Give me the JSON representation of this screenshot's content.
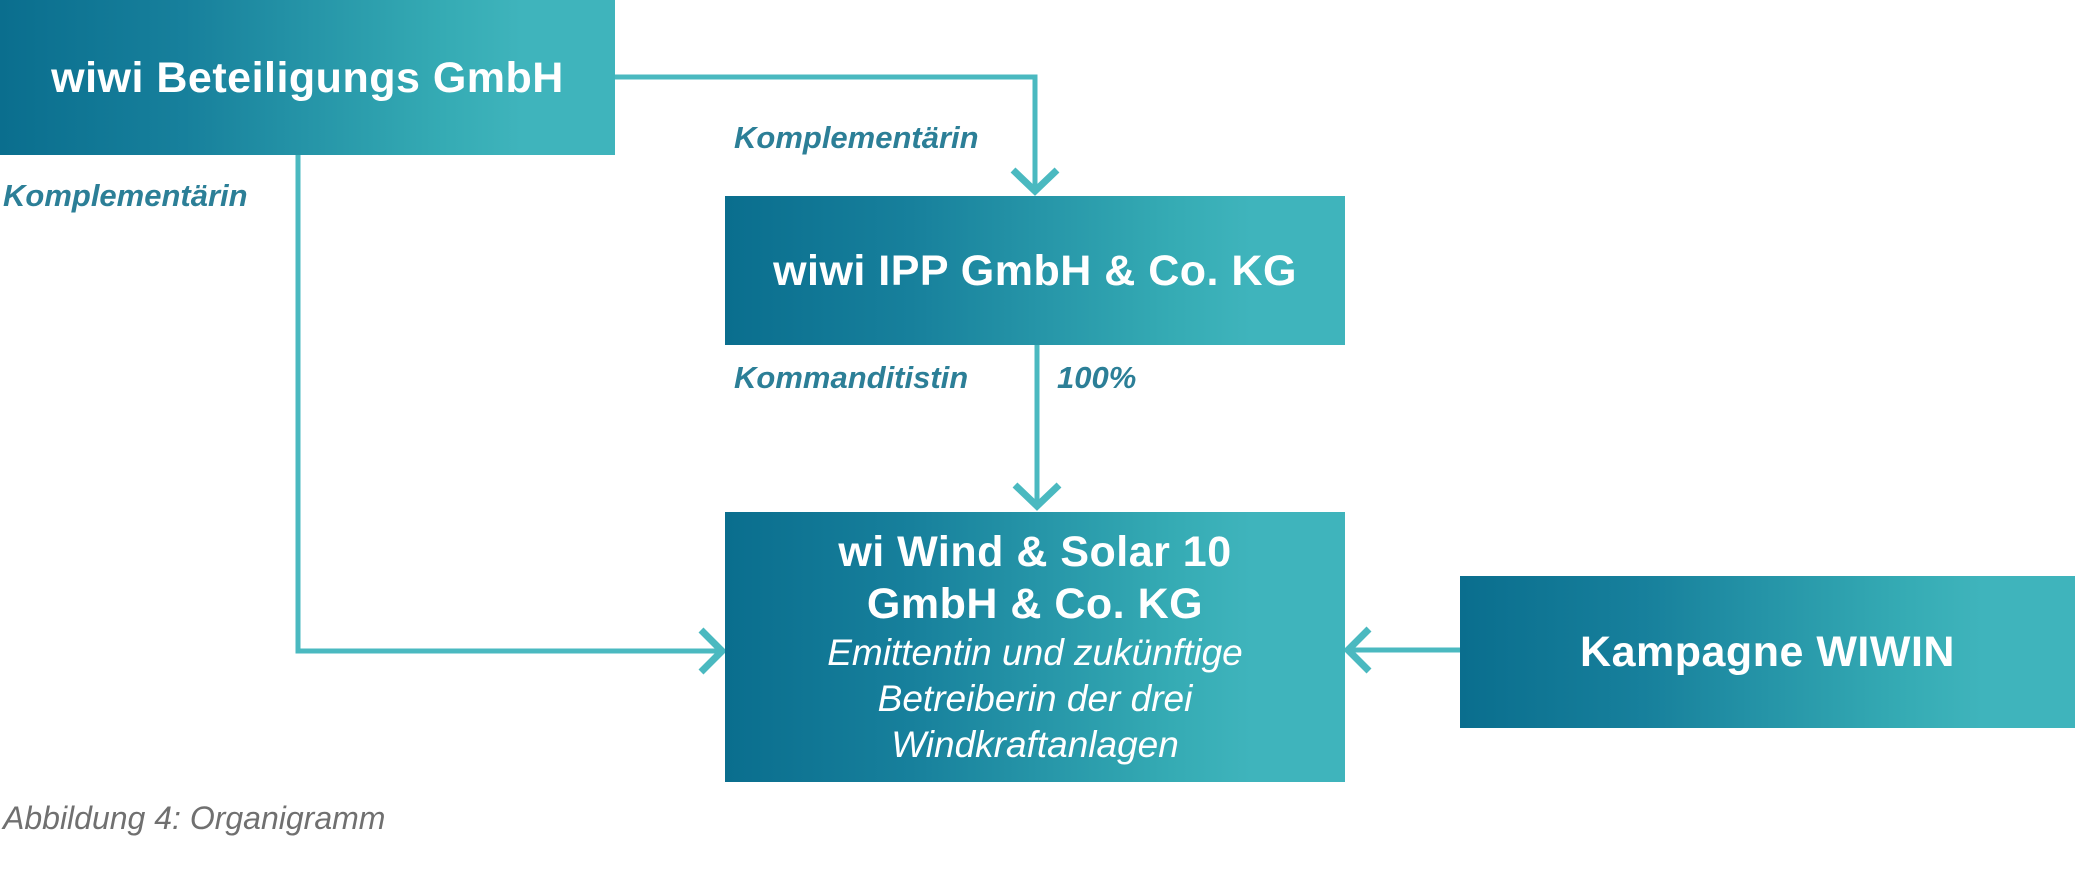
{
  "diagram": {
    "caption": "Abbildung 4: Organigramm",
    "nodes": {
      "beteiligungs": {
        "title": "wiwi Beteiligungs GmbH"
      },
      "ipp": {
        "title": "wiwi IPP GmbH & Co. KG"
      },
      "windsolar": {
        "title_line1": "wi Wind & Solar 10",
        "title_line2": "GmbH & Co. KG",
        "subtitle_line1": "Emittentin und zukünftige",
        "subtitle_line2": "Betreiberin der drei",
        "subtitle_line3": "Windkraftanlagen"
      },
      "kampagne": {
        "title": "Kampagne WIWIN"
      }
    },
    "edge_labels": {
      "komplementaerin_left": "Komplementärin",
      "komplementaerin_top": "Komplementärin",
      "kommanditistin": "Kommanditistin",
      "percent": "100%"
    },
    "colors": {
      "box_gradient_dark": "#0a6e8e",
      "box_gradient_light": "#3fb4bc",
      "connector_line": "#4ab9c0",
      "edge_label_text": "#2c7f97",
      "node_text": "#ffffff",
      "caption_text": "#707070",
      "background": "#ffffff"
    }
  }
}
